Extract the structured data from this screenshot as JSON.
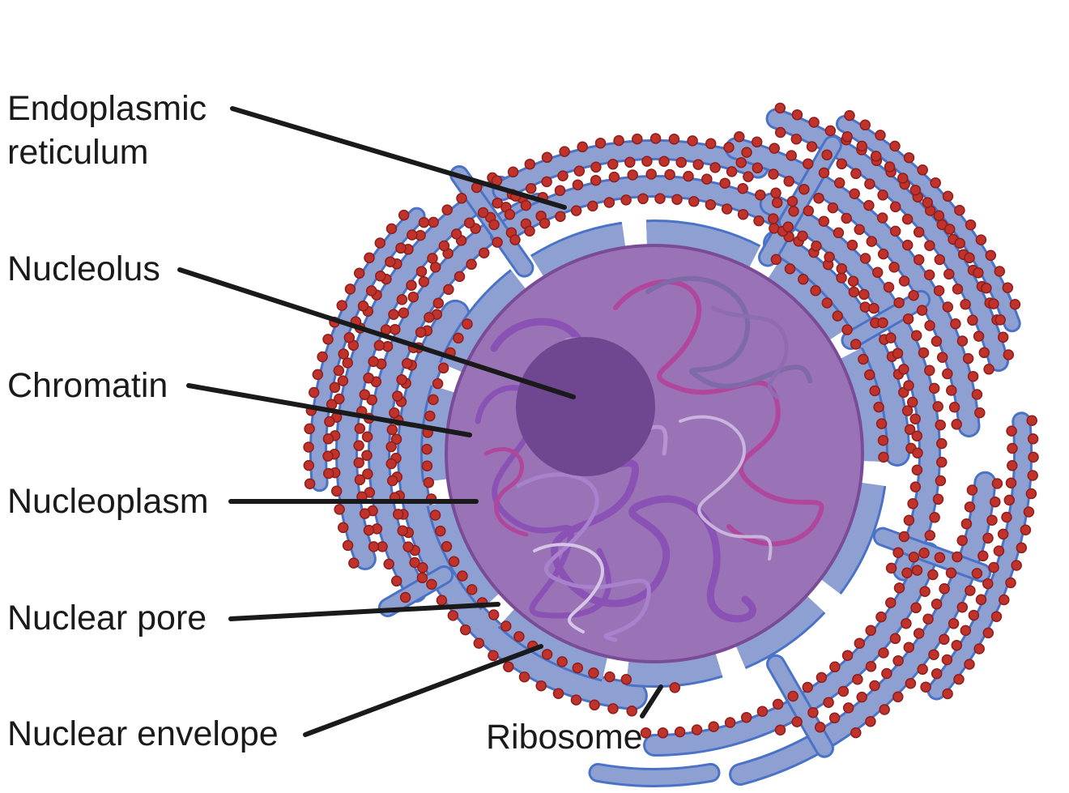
{
  "labels": {
    "er_line1": "Endoplasmic",
    "er_line2": "reticulum",
    "nucleolus": "Nucleolus",
    "chromatin": "Chromatin",
    "nucleoplasm": "Nucleoplasm",
    "nuclear_pore": "Nuclear pore",
    "nuclear_envelope": "Nuclear envelope",
    "ribosome": "Ribosome"
  },
  "colors": {
    "er_fill": "#8ea0d2",
    "er_stroke": "#4a72c6",
    "ribosome": "#c0322c",
    "nucleus_fill": "#9a72b6",
    "nucleus_stroke": "#7a4c98",
    "nucleolus": "#6f4690",
    "chromatin_purple": "#8a52b4",
    "chromatin_magenta": "#b0479c",
    "chromatin_light": "#c8b4dc",
    "leader_line": "#1a1a1a"
  }
}
